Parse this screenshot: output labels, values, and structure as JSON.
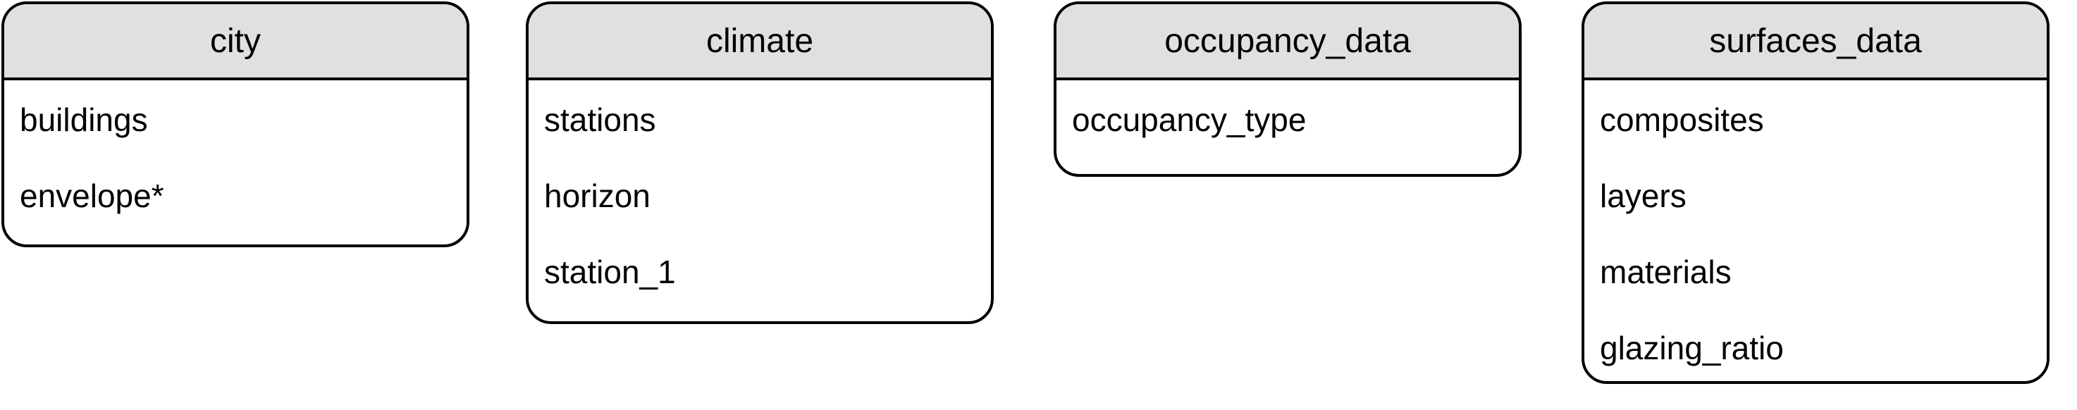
{
  "tables": {
    "city": {
      "name": "city",
      "fields": [
        "buildings",
        "envelope*"
      ]
    },
    "climate": {
      "name": "climate",
      "fields": [
        "stations",
        "horizon",
        "station_1"
      ]
    },
    "occupancy_data": {
      "name": "occupancy_data",
      "fields": [
        "occupancy_type"
      ]
    },
    "surfaces_data": {
      "name": "surfaces_data",
      "fields": [
        "composites",
        "layers",
        "materials",
        "glazing_ratio"
      ]
    }
  },
  "colors": {
    "header_fill": "#e0e0e0",
    "border": "#000000",
    "background": "#ffffff"
  }
}
